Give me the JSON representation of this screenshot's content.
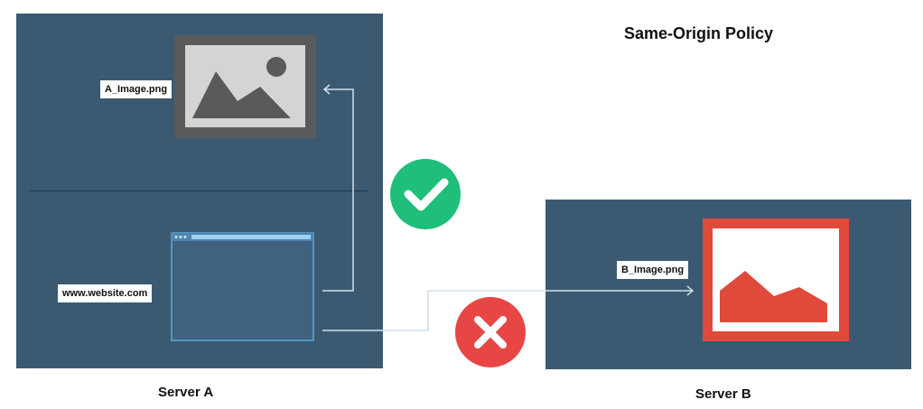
{
  "title": "Same-Origin Policy",
  "server_a": {
    "label": "Server A",
    "image_file": "A_Image.png",
    "website": "www.website.com"
  },
  "server_b": {
    "label": "Server B",
    "image_file": "B_Image.png"
  },
  "colors": {
    "panel": "#3b5a72",
    "allowed": "#1fbe7a",
    "blocked": "#e84545",
    "image_b_frame": "#e04a3a",
    "arrow": "#cfe0ea"
  },
  "icons": {
    "allowed": "check-circle-icon",
    "blocked": "cross-circle-icon"
  }
}
